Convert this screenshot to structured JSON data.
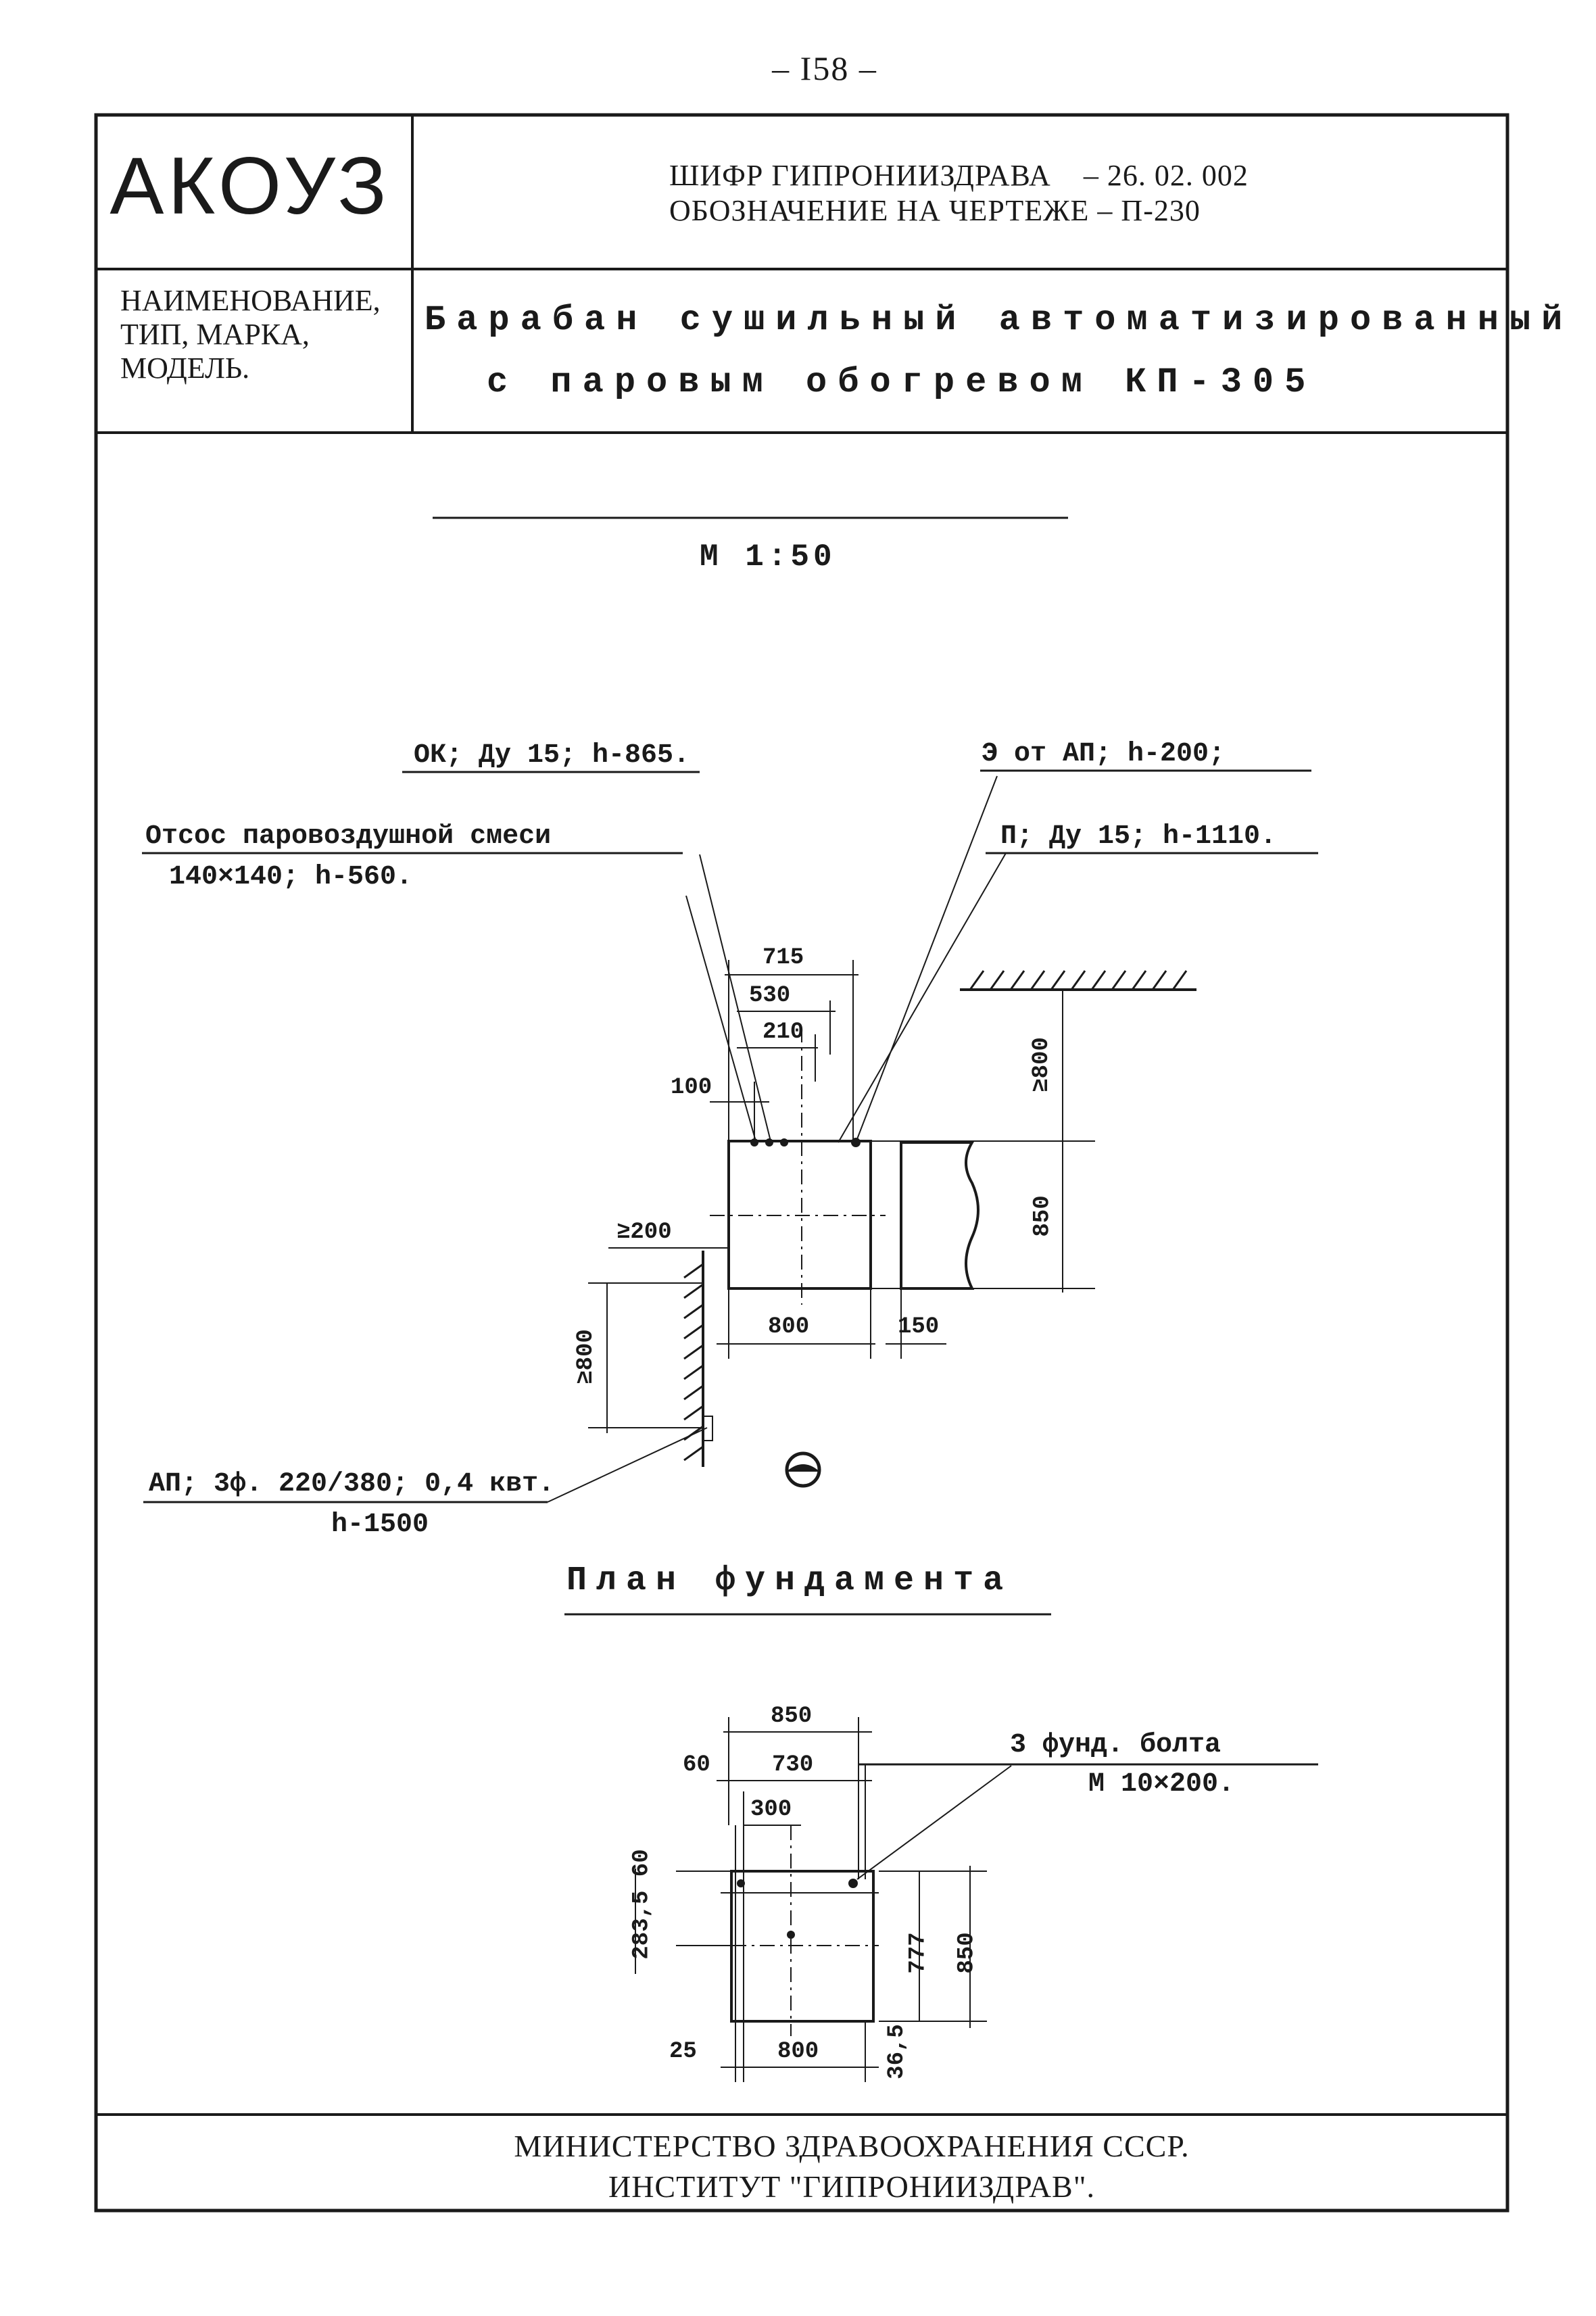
{
  "page_number": "– I58 –",
  "header": {
    "logo": "АКОУЗ",
    "cipher_line": "ШИФР ГИПРОНИИЗДРАВА    – 26. 02. 002",
    "designation_line": "ОБОЗНАЧЕНИЕ НА ЧЕРТЕЖЕ – П-230"
  },
  "name_block": {
    "label_lines": [
      "НАИМЕНОВАНИЕ,",
      "ТИП, МАРКА,",
      "МОДЕЛЬ."
    ],
    "title_line_1": "Барабан сушильный автоматизированный",
    "title_line_2": "с паровым обогревом КП-305"
  },
  "drawing": {
    "scale": "М 1:50",
    "callouts": {
      "ok": "ОК; Ду 15; h-865.",
      "e": "Э от АП; h-200;",
      "p": "П; Ду 15; h-1110.",
      "exhaust_1": "Отсос паровоздушной смеси",
      "exhaust_2": "140×140;  h-560.",
      "ap_1": "АП; 3ф. 220/380; 0,4 квт.",
      "ap_2": "h-1500"
    },
    "dims": {
      "d715": "715",
      "d530": "530",
      "d210": "210",
      "d100": "100",
      "d200": "≥200",
      "d800": "800",
      "d150": "150",
      "d800v_right": "≥800",
      "d850v": "850",
      "d800v_left": "≥800"
    }
  },
  "foundation": {
    "title": "План фундамента",
    "callout_1": "3 фунд. болта",
    "callout_2": "М 10×200.",
    "dims": {
      "d850": "850",
      "d60": "60",
      "d730": "730",
      "d300": "300",
      "d25": "25",
      "d800": "800",
      "d365": "36,5",
      "d777": "777",
      "d850v": "850",
      "dleft": "283,5 60"
    }
  },
  "footer": {
    "line_1": "МИНИСТЕРСТВО ЗДРАВООХРАНЕНИЯ СССР.",
    "line_2": "ИНСТИТУТ \"ГИПРОНИИЗДРАВ\"."
  }
}
